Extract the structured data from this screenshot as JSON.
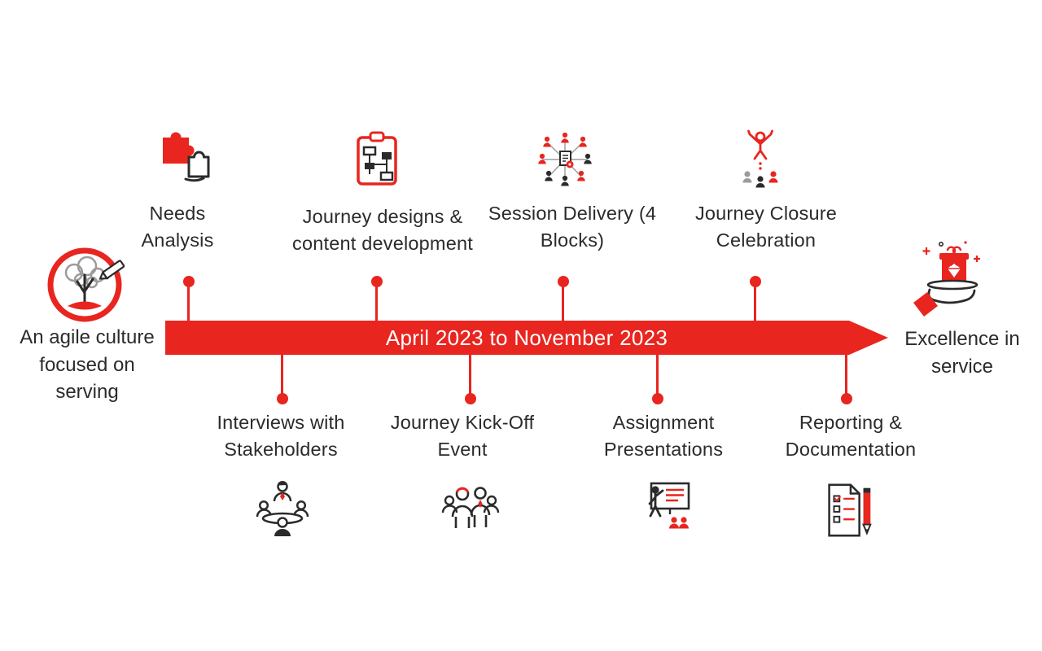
{
  "colors": {
    "accent": "#e8251f",
    "ink": "#2b2b2b",
    "gray": "#9b9b9b"
  },
  "timeline": {
    "banner_label": "April 2023 to November 2023"
  },
  "left_endpoint": {
    "label": "An agile culture focused on serving",
    "icon": "agile-culture-tree-icon"
  },
  "right_endpoint": {
    "label": "Excellence in service",
    "icon": "gift-hand-icon"
  },
  "top_milestones": [
    {
      "label": "Needs Analysis",
      "icon": "puzzle-icon"
    },
    {
      "label": "Journey designs & content development",
      "icon": "clipboard-flowchart-icon"
    },
    {
      "label": "Session Delivery (4 Blocks)",
      "icon": "network-people-icon"
    },
    {
      "label": "Journey Closure Celebration",
      "icon": "celebration-icon"
    }
  ],
  "bottom_milestones": [
    {
      "label": "Interviews with Stakeholders",
      "icon": "meeting-icon"
    },
    {
      "label": "Journey Kick-Off Event",
      "icon": "group-people-icon"
    },
    {
      "label": "Assignment Presentations",
      "icon": "presentation-icon"
    },
    {
      "label": "Reporting & Documentation",
      "icon": "document-pencil-icon"
    }
  ]
}
